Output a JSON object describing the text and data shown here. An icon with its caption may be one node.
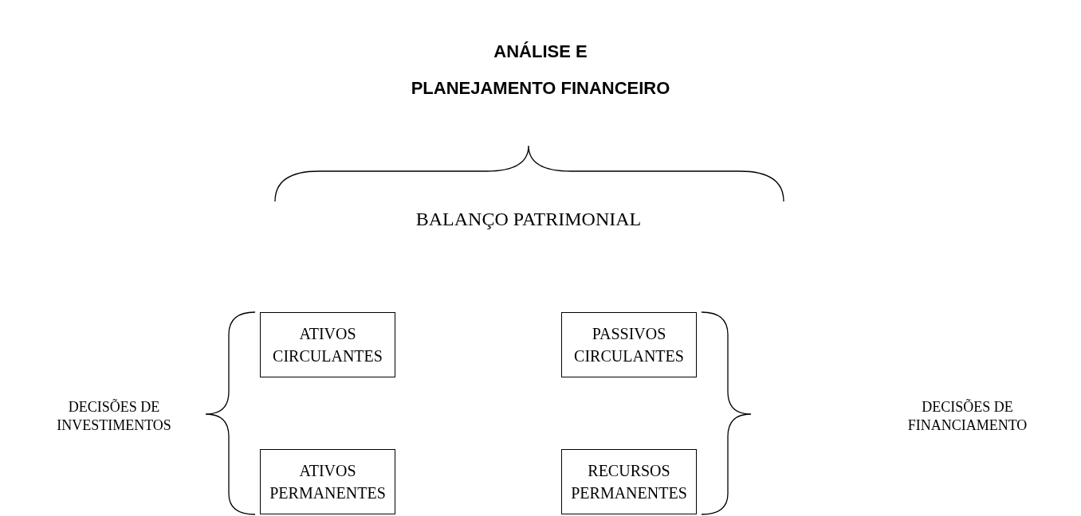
{
  "diagram": {
    "title": "ANÁLISE E PLANEJAMENTO FINANCEIRO",
    "nodes": [
      {
        "text": [
          "ATIVOS CIRCULANTES"
        ]
      },
      {
        "text": [
          "PASSIVOS CIRCULANTES"
        ]
      },
      {
        "text": [
          "ATIVOS PERMANENTES"
        ]
      },
      {
        "text": [
          "RECURSOS PERMANENTES"
        ]
      }
    ],
    "labels": [
      "BALANÇO PATRIMONIAL",
      "DECISÕES DE INVESTIMENTOS",
      "DECISÕES DE FINANCIAMENTO"
    ]
  }
}
